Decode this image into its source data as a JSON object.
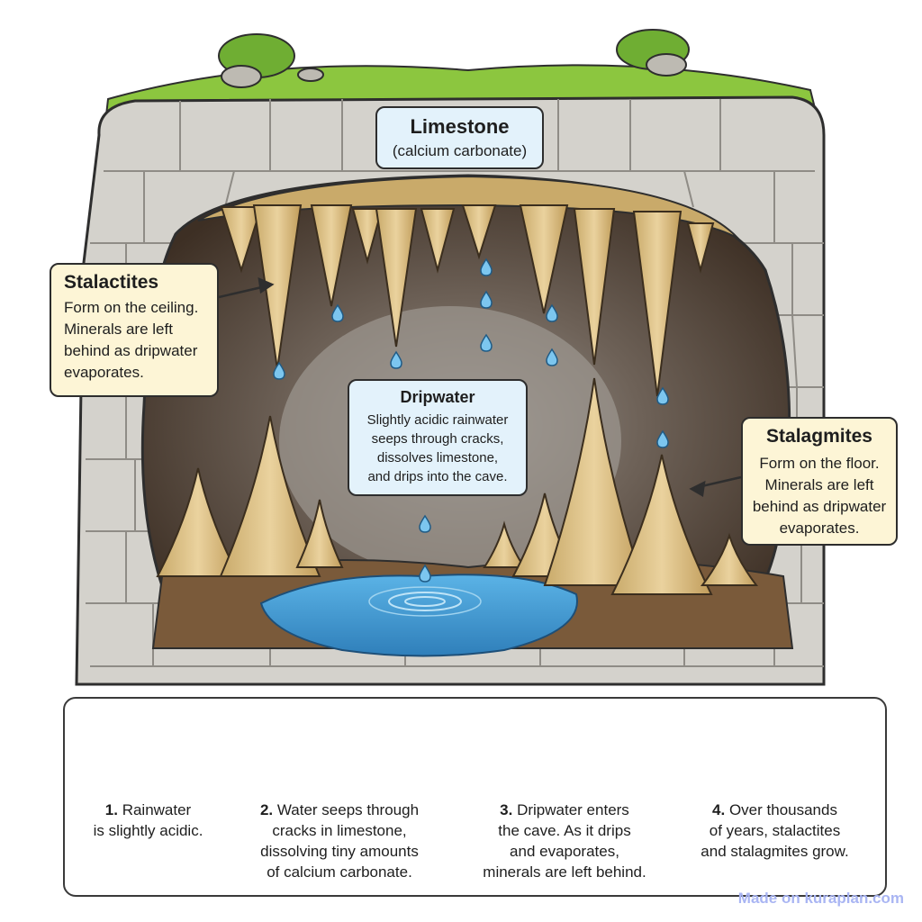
{
  "labels": {
    "limestone": {
      "title": "Limestone",
      "subtitle": "(calcium carbonate)"
    },
    "stalactites": {
      "title": "Stalactites",
      "body": [
        "Form on the ceiling.",
        "Minerals are left",
        "behind as dripwater",
        "evaporates."
      ]
    },
    "dripwater": {
      "title": "Dripwater",
      "body": [
        "Slightly acidic rainwater",
        "seeps through cracks,",
        "dissolves limestone,",
        "and drips into the cave."
      ]
    },
    "stalagmites": {
      "title": "Stalagmites",
      "body": [
        "Form on the floor.",
        "Minerals are left",
        "behind as dripwater",
        "evaporates."
      ]
    }
  },
  "steps": [
    {
      "num": "1.",
      "lines": [
        "Rainwater",
        "is slightly acidic."
      ],
      "icon": "rain-cloud-icon"
    },
    {
      "num": "2.",
      "lines": [
        "Water seeps through",
        "cracks in limestone,",
        "dissolving tiny amounts",
        "of calcium carbonate."
      ],
      "icon": "cracked-limestone-icon"
    },
    {
      "num": "3.",
      "lines": [
        "Dripwater enters",
        "the cave. As it drips",
        "and evaporates,",
        "minerals are left behind."
      ],
      "icon": "water-drop-icon"
    },
    {
      "num": "4.",
      "lines": [
        "Over thousands",
        "of years, stalactites",
        "and stalagmites grow."
      ],
      "icon": "stalactite-stalagmite-icon"
    }
  ],
  "watermark": "Made on kuraplan.com",
  "colors": {
    "grass": "#8cc63f",
    "stone": "#d4d2cc",
    "cave_dark": "#4a3a2c",
    "formation": "#ddc48e",
    "water": "#3e9ad3",
    "callout_blue": "#e3f2fb",
    "callout_cream": "#fdf5d6",
    "arrow": "#3c7fa8"
  }
}
